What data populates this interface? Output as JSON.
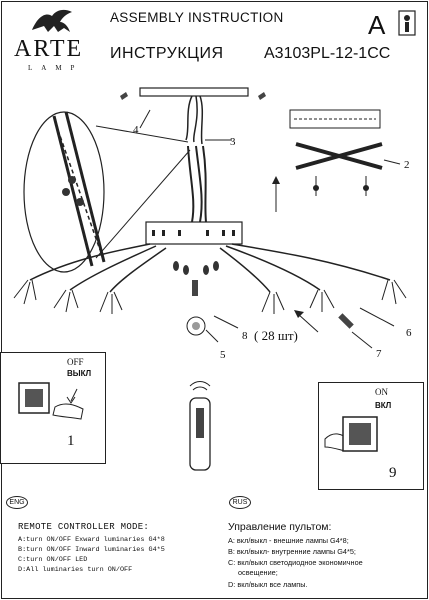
{
  "brand": {
    "name": "ARTE",
    "sub": "LAMP"
  },
  "header": {
    "title_en": "ASSEMBLY INSTRUCTION",
    "title_ru": "ИНСТРУКЦИЯ",
    "model": "A3103PL-12-1CC",
    "letter": "A"
  },
  "labels": {
    "l1": "1",
    "l2": "2",
    "l3": "3",
    "l4": "4",
    "l5": "5",
    "l6": "6",
    "l7": "7",
    "l8": "8",
    "qty": "( 28 шт)"
  },
  "panels": {
    "off": {
      "en": "OFF",
      "ru": "ВЫКЛ",
      "num": "1"
    },
    "on": {
      "en": "ON",
      "ru": "ВКЛ",
      "num": "9"
    }
  },
  "remote": {
    "badge_en": "ENG",
    "badge_ru": "RUS",
    "title_en": "REMOTE CONTROLLER MODE:",
    "lines_en": [
      "A:turn ON/OFF Exward luminaries G4*8",
      "B:turn ON/OFF Inward luminaries G4*5",
      "C:turn ON/OFF LED",
      "D:All luminaries turn ON/OFF"
    ],
    "title_ru": "Управление пультом:",
    "lines_ru": [
      "A: вкл/выкл - внешние лампы G4*8;",
      "B: вкл/выкл- внутренние лампы G4*5;",
      "C: вкл/выкл светодиодное экономичное",
      "освещение;",
      "D: вкл/выкл все лампы."
    ]
  }
}
